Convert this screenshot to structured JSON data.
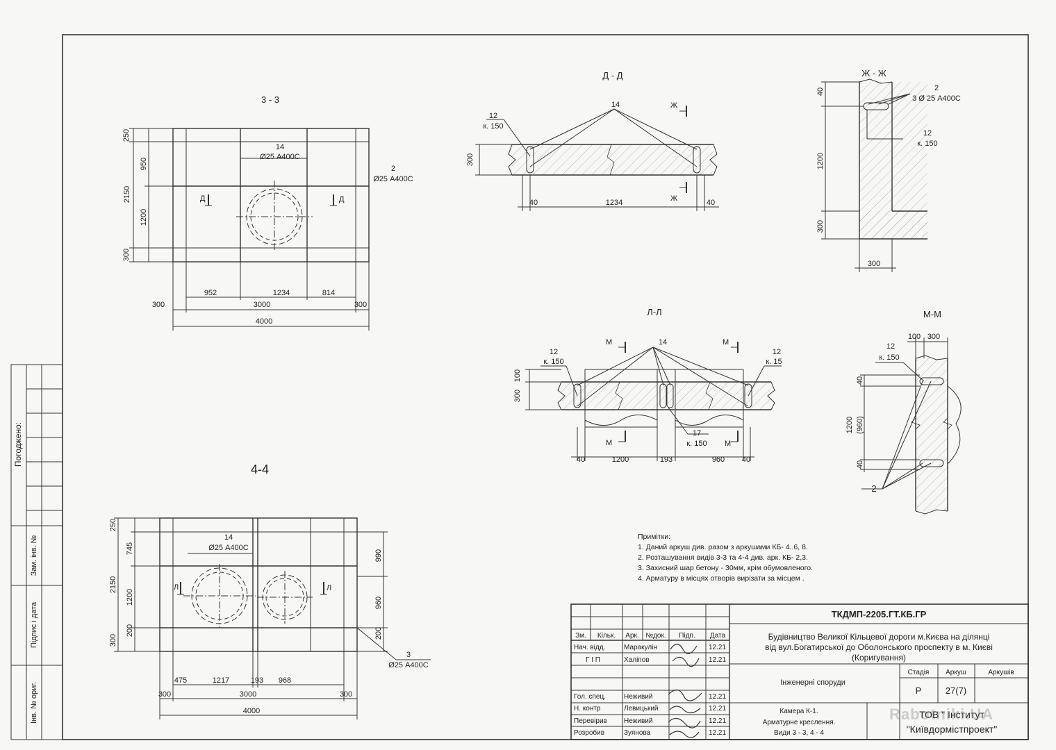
{
  "views": {
    "v33": {
      "title": "3 - 3",
      "dims_left": [
        "250",
        "950",
        "2150",
        "1200",
        "300"
      ],
      "dims_bottom": [
        "952",
        "1234",
        "814",
        "300",
        "3000",
        "300",
        "4000"
      ],
      "rebar14": {
        "num": "14",
        "spec": "Ø25 А400С"
      },
      "rebar2": {
        "num": "2",
        "spec": "Ø25 А400С"
      },
      "sec_left": "Д",
      "sec_right": "Д"
    },
    "v44": {
      "title": "4-4",
      "dims_left": [
        "250",
        "745",
        "2150",
        "1200",
        "200",
        "300"
      ],
      "dims_right": [
        "990",
        "960",
        "200"
      ],
      "dims_bottom": [
        "475",
        "1217",
        "193",
        "968",
        "300",
        "3000",
        "300",
        "4000"
      ],
      "rebar14": {
        "num": "14",
        "spec": "Ø25 А400С"
      },
      "rebar3": {
        "num": "3",
        "spec": "Ø25 А400С"
      },
      "sec_left": "Л",
      "sec_right": "Л"
    },
    "vDD": {
      "title": "Д - Д",
      "dims": [
        "300",
        "40",
        "1234",
        "40"
      ],
      "lbl12": "12",
      "lblk150": "к. 150",
      "lbl14": "14",
      "sec_top": "Ж",
      "sec_bottom": "Ж"
    },
    "vZZ": {
      "title": "Ж - Ж",
      "dims_left": [
        "40",
        "1200",
        "300"
      ],
      "dim_bottom": "300",
      "lbl2": "2",
      "lbl2spec": "3 Ø 25 А400С",
      "lbl12": "12",
      "lblk150": "к. 150"
    },
    "vLL": {
      "title": "Л-Л",
      "dims_left": [
        "100",
        "300"
      ],
      "dims_bottom": [
        "40",
        "1200",
        "193",
        "960",
        "40"
      ],
      "lbl14": "14",
      "lbl12a": "12",
      "lblk150a": "к. 150",
      "lbl12b": "12",
      "lblk15b": "к. 15",
      "lbl17": "17",
      "lblk150c": "к. 150",
      "sec": "М"
    },
    "vMM": {
      "title": "М-М",
      "dims_top": [
        "100",
        "300"
      ],
      "lbl12": "12",
      "lblk150": "к. 150",
      "dims_left": [
        "40",
        "1200",
        "(960)",
        "40"
      ],
      "lbl2": "2"
    }
  },
  "notes": {
    "heading": "Примітки:",
    "items": [
      "1. Даний аркуш див. разом з аркушами КБ- 4..6, 8.",
      "2. Розташування видів 3-3 та 4-4 див. арк. КБ- 2,3.",
      "3. Захисний шар бетону - 30мм, крім обумовленого.",
      "4. Арматуру в місцях отворів вирізати за місцем ."
    ]
  },
  "side_stamp": {
    "agreed": "Погоджено:",
    "zam_inv": "Зам. інв. №",
    "pidpys": "Підпис і дата",
    "inv_orig": "Інв. № ориг."
  },
  "title_block": {
    "code": "ТКДМП-2205.ГТ.КБ.ГР",
    "project_lines": [
      "Будівництво Великої Кільцевої дороги м.Києва на ділянці",
      "від вул.Богатирської до Оболонського проспекту в м. Києві",
      "(Коригування)"
    ],
    "header_cols": [
      "Зм.",
      "Кільк.",
      "Арк.",
      "№док.",
      "Підп.",
      "Дата"
    ],
    "rows": [
      {
        "role": "Нач. відд.",
        "name": "Маракулін",
        "date": "12.21"
      },
      {
        "role": "Г І П",
        "name": "Халіпов",
        "date": "12.21"
      },
      {
        "role": "Гол. спец.",
        "name": "Неживий",
        "date": "12.21"
      },
      {
        "role": "Н. контр",
        "name": "Левицький",
        "date": "12.21"
      },
      {
        "role": "Перевірив",
        "name": "Неживий",
        "date": "12.21"
      },
      {
        "role": "Розробив",
        "name": "Зуянова",
        "date": "12.21"
      }
    ],
    "section": "Інженерні споруди",
    "stage_hdr": "Стадія",
    "sheet_hdr": "Аркуш",
    "sheets_hdr": "Аркушів",
    "stage": "Р",
    "sheet": "27(7)",
    "drawing_name": [
      "Камера К-1.",
      "Арматурне креслення.",
      "Види 3 - 3, 4 - 4"
    ],
    "org": [
      "ТОВ \" Інститут",
      "\"Київдормістпроект\""
    ]
  },
  "watermark": "Rabotniki.UA"
}
